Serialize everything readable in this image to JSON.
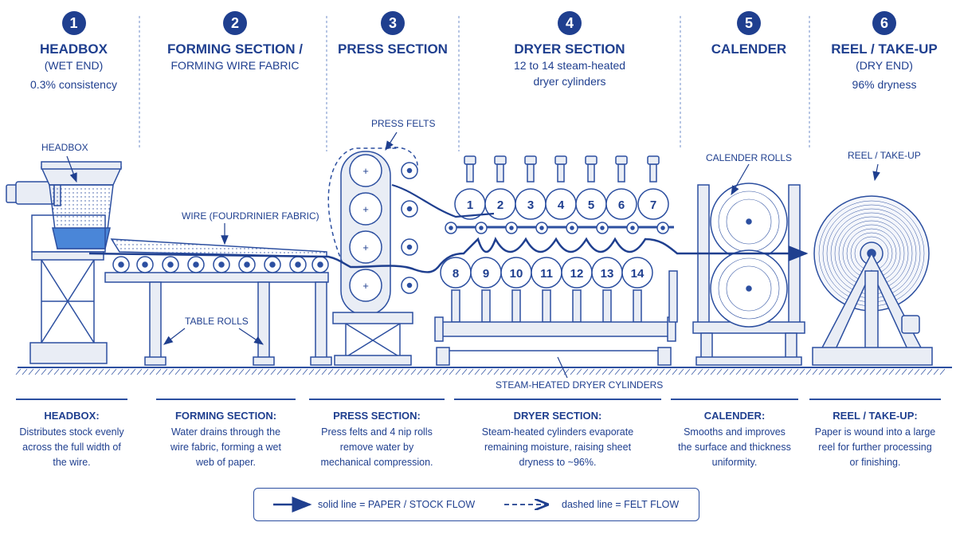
{
  "sections": [
    {
      "number": "1",
      "title": "HEADBOX",
      "subtitle": "(WET END)",
      "detail": "0.3% consistency"
    },
    {
      "number": "2",
      "title": "FORMING SECTION /",
      "subtitle": "FORMING WIRE FABRIC",
      "detail": ""
    },
    {
      "number": "3",
      "title": "PRESS SECTION",
      "subtitle": "",
      "detail": ""
    },
    {
      "number": "4",
      "title": "DRYER SECTION",
      "subtitle": "12 to 14 steam-heated",
      "detail": "dryer cylinders"
    },
    {
      "number": "5",
      "title": "CALENDER",
      "subtitle": "",
      "detail": ""
    },
    {
      "number": "6",
      "title": "REEL / TAKE-UP",
      "subtitle": "(DRY END)",
      "detail": "96% dryness"
    }
  ],
  "callouts": {
    "headbox": "HEADBOX",
    "wire": "WIRE (FOURDRINIER FABRIC)",
    "table_rolls": "TABLE ROLLS",
    "press_felts": "PRESS FELTS",
    "calender_rolls": "CALENDER ROLLS",
    "reel": "REEL / TAKE-UP",
    "dryer_cylinders": "STEAM-HEATED DRYER CYLINDERS"
  },
  "dryer_top_numbers": [
    "1",
    "2",
    "3",
    "4",
    "5",
    "6",
    "7"
  ],
  "dryer_bottom_numbers": [
    "8",
    "9",
    "10",
    "11",
    "12",
    "13",
    "14"
  ],
  "press_roll_symbol": "+",
  "descriptions": [
    {
      "title": "HEADBOX:",
      "text": [
        "Distributes stock evenly",
        "across the full width of",
        "the wire."
      ]
    },
    {
      "title": "FORMING SECTION:",
      "text": [
        "Water drains through the",
        "wire fabric, forming a wet",
        "web of paper."
      ]
    },
    {
      "title": "PRESS SECTION:",
      "text": [
        "Press felts and 4 nip rolls",
        "remove water by",
        "mechanical compression."
      ]
    },
    {
      "title": "DRYER SECTION:",
      "text": [
        "Steam-heated cylinders evaporate",
        "remaining moisture, raising sheet",
        "dryness to ~96%."
      ]
    },
    {
      "title": "CALENDER:",
      "text": [
        "Smooths and improves",
        "the surface and thickness",
        "uniformity."
      ]
    },
    {
      "title": "REEL / TAKE-UP:",
      "text": [
        "Paper is wound into a large",
        "reel for further processing",
        "or finishing."
      ]
    }
  ],
  "legend": {
    "solid": "solid line = PAPER / STOCK FLOW",
    "dashed": "dashed line = FELT FLOW"
  },
  "colors": {
    "ink": "#1f3f8f",
    "line": "#2c4fa0",
    "steel": "#e9edf5",
    "water": "#4a86d8"
  }
}
